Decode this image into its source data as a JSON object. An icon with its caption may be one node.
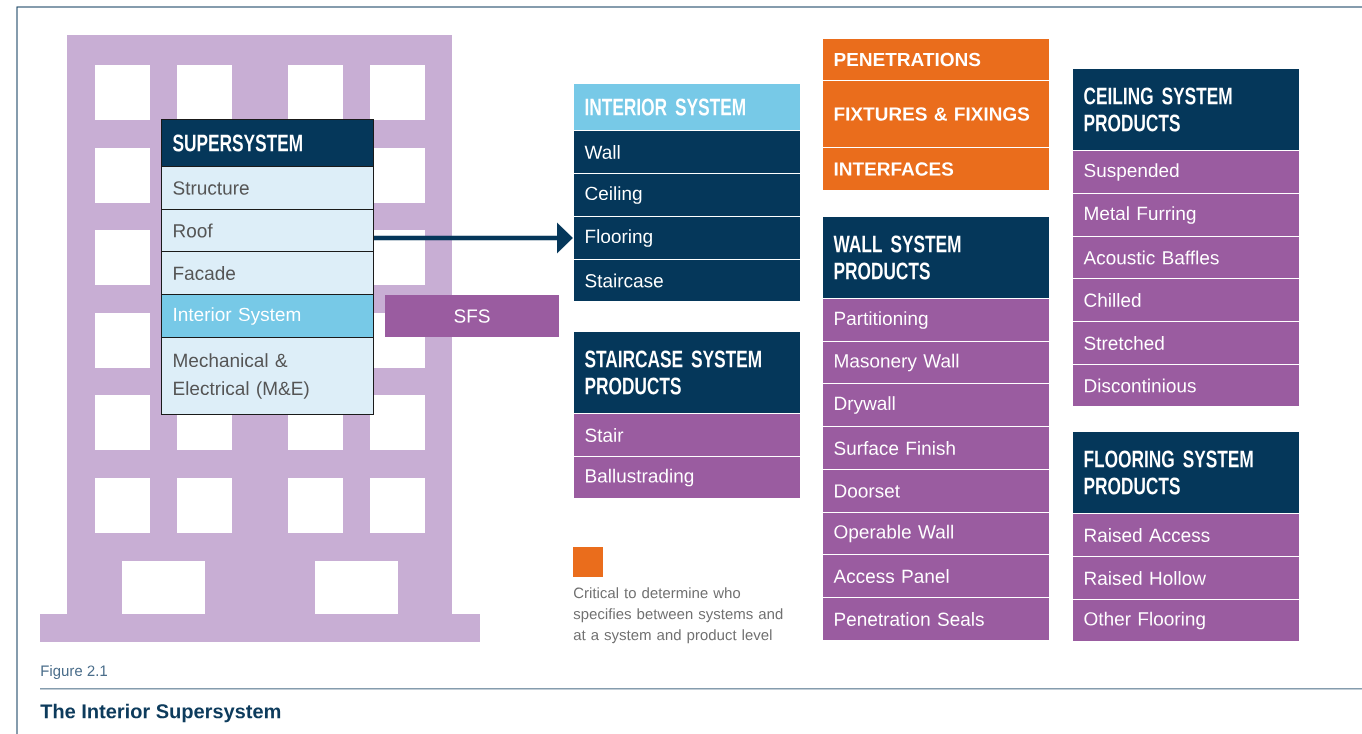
{
  "diagram": {
    "title": "The Interior Supersystem",
    "nodes": [
      {
        "text": [
          "SUPERSYSTEM"
        ]
      },
      {
        "text": [
          "Structure"
        ]
      },
      {
        "text": [
          "Roof"
        ]
      },
      {
        "text": [
          "Facade"
        ]
      },
      {
        "text": [
          "Interior System"
        ]
      },
      {
        "text": [
          "Mechanical & Electrical (M&E)"
        ]
      },
      {
        "text": [
          "SFS"
        ]
      },
      {
        "text": [
          "INTERIOR SYSTEM"
        ]
      },
      {
        "text": [
          "Wall"
        ]
      },
      {
        "text": [
          "Ceiling"
        ]
      },
      {
        "text": [
          "Flooring"
        ]
      },
      {
        "text": [
          "Staircase"
        ]
      },
      {
        "text": [
          "STAIRCASE SYSTEM PRODUCTS"
        ]
      },
      {
        "text": [
          "Stair"
        ]
      },
      {
        "text": [
          "Ballustrading"
        ]
      },
      {
        "text": [
          "PENETRATIONS"
        ]
      },
      {
        "text": [
          "FIXTURES & FIXINGS"
        ]
      },
      {
        "text": [
          "INTERFACES"
        ]
      },
      {
        "text": [
          "WALL SYSTEM PRODUCTS"
        ]
      },
      {
        "text": [
          "Partitioning"
        ]
      },
      {
        "text": [
          "Masonery Wall"
        ]
      },
      {
        "text": [
          "Drywall"
        ]
      },
      {
        "text": [
          "Surface Finish"
        ]
      },
      {
        "text": [
          "Doorset"
        ]
      },
      {
        "text": [
          "Operable Wall"
        ]
      },
      {
        "text": [
          "Access Panel"
        ]
      },
      {
        "text": [
          "Penetration Seals"
        ]
      },
      {
        "text": [
          "CEILING SYSTEM PRODUCTS"
        ]
      },
      {
        "text": [
          "Suspended"
        ]
      },
      {
        "text": [
          "Metal Furring"
        ]
      },
      {
        "text": [
          "Acoustic Baffles"
        ]
      },
      {
        "text": [
          "Chilled"
        ]
      },
      {
        "text": [
          "Stretched"
        ]
      },
      {
        "text": [
          "Discontinious"
        ]
      },
      {
        "text": [
          "FLOORING SYSTEM PRODUCTS"
        ]
      },
      {
        "text": [
          "Raised Access"
        ]
      },
      {
        "text": [
          "Raised Hollow"
        ]
      },
      {
        "text": [
          "Other Flooring"
        ]
      }
    ],
    "edges": [
      {
        "from": 2,
        "to": 10,
        "arrow": "to"
      }
    ],
    "labels": [
      "Figure 2.1"
    ],
    "legend": [
      {
        "text": "Critical to determine who specifies between systems and at a system and product level",
        "color": "#ea6d1c"
      }
    ]
  }
}
